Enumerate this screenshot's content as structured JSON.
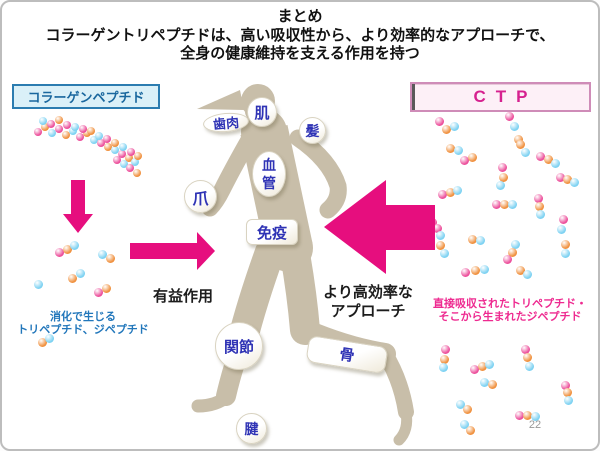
{
  "slide": {
    "title": "まとめ",
    "subtitle_line1": "コラーゲントリペプチドは、高い吸収性から、より効率的なアプローチで、",
    "subtitle_line2": "全身の健康維持を支える作用を持つ",
    "page_number": "22"
  },
  "left_panel": {
    "box_label": "コラーゲンペプチド",
    "caption_line1": "消化で生じる",
    "caption_line2": "トリペプチド、ジペプチド"
  },
  "right_panel": {
    "box_label": "CTP",
    "caption_line1": "直接吸収されたトリペプチド・",
    "caption_line2": "そこから生まれたジペプチド"
  },
  "center": {
    "benefit_label": "有益作用",
    "approach_line1": "より高効率な",
    "approach_line2": "アプローチ",
    "body_labels": {
      "gums": "歯肉",
      "skin": "肌",
      "hair": "髪",
      "vessel1": "血",
      "vessel2": "管",
      "nail": "爪",
      "immunity": "免疫",
      "joint": "関節",
      "bone": "骨",
      "tendon": "腱"
    }
  },
  "colors": {
    "accent_magenta": "#e60e7e",
    "silhouette": "#c8bea9",
    "label_text_blue": "#2f33b5",
    "left_box_bg": "#daf0f8",
    "left_box_border": "#2b7cb0",
    "ctp_text": "#d6218f",
    "caption_blue": "#2277bb",
    "caption_magenta": "#ee2a90",
    "bead_palette": {
      "p": "#ec4f9b",
      "o": "#f0913f",
      "b": "#7ed2f2"
    }
  },
  "molecules": {
    "chain": [
      [
        36,
        130,
        "p"
      ],
      [
        43,
        125,
        "o"
      ],
      [
        50,
        131,
        "b"
      ],
      [
        57,
        127,
        "p"
      ],
      [
        64,
        133,
        "o"
      ],
      [
        71,
        129,
        "b"
      ],
      [
        78,
        135,
        "p"
      ],
      [
        85,
        131,
        "o"
      ],
      [
        92,
        138,
        "b"
      ],
      [
        99,
        141,
        "p"
      ],
      [
        106,
        145,
        "o"
      ],
      [
        113,
        148,
        "b"
      ],
      [
        120,
        152,
        "p"
      ],
      [
        127,
        156,
        "o"
      ],
      [
        133,
        160,
        "b"
      ],
      [
        41,
        119,
        "b"
      ],
      [
        49,
        122,
        "p"
      ],
      [
        57,
        118,
        "o"
      ],
      [
        65,
        123,
        "p"
      ],
      [
        73,
        125,
        "b"
      ],
      [
        81,
        127,
        "p"
      ],
      [
        89,
        129,
        "o"
      ],
      [
        97,
        134,
        "b"
      ],
      [
        105,
        137,
        "p"
      ],
      [
        113,
        141,
        "o"
      ],
      [
        121,
        145,
        "b"
      ],
      [
        129,
        150,
        "p"
      ],
      [
        136,
        154,
        "o"
      ],
      [
        115,
        158,
        "p"
      ],
      [
        122,
        162,
        "b"
      ],
      [
        128,
        166,
        "p"
      ],
      [
        135,
        171,
        "o"
      ]
    ],
    "left_fragments": [
      [
        57,
        250,
        "p"
      ],
      [
        65,
        247,
        "o"
      ],
      [
        72,
        243,
        "b"
      ],
      [
        100,
        252,
        "b"
      ],
      [
        108,
        256,
        "o"
      ],
      [
        70,
        276,
        "o"
      ],
      [
        78,
        271,
        "b"
      ],
      [
        36,
        282,
        "b"
      ],
      [
        96,
        290,
        "p"
      ],
      [
        104,
        286,
        "o"
      ],
      [
        40,
        340,
        "o"
      ],
      [
        47,
        336,
        "b"
      ]
    ],
    "right_fragments": [
      [
        437,
        119,
        "p"
      ],
      [
        444,
        127,
        "o"
      ],
      [
        452,
        124,
        "b"
      ],
      [
        507,
        114,
        "p"
      ],
      [
        512,
        124,
        "b"
      ],
      [
        516,
        137,
        "o"
      ],
      [
        448,
        146,
        "o"
      ],
      [
        456,
        148,
        "b"
      ],
      [
        462,
        158,
        "p"
      ],
      [
        470,
        155,
        "o"
      ],
      [
        518,
        142,
        "o"
      ],
      [
        523,
        150,
        "b"
      ],
      [
        538,
        154,
        "p"
      ],
      [
        546,
        157,
        "o"
      ],
      [
        553,
        161,
        "b"
      ],
      [
        500,
        165,
        "p"
      ],
      [
        501,
        175,
        "o"
      ],
      [
        498,
        183,
        "b"
      ],
      [
        440,
        192,
        "p"
      ],
      [
        448,
        190,
        "o"
      ],
      [
        455,
        188,
        "b"
      ],
      [
        558,
        175,
        "p"
      ],
      [
        565,
        177,
        "o"
      ],
      [
        572,
        180,
        "b"
      ],
      [
        494,
        202,
        "p"
      ],
      [
        502,
        202,
        "o"
      ],
      [
        510,
        202,
        "b"
      ],
      [
        536,
        196,
        "p"
      ],
      [
        537,
        204,
        "o"
      ],
      [
        538,
        212,
        "b"
      ],
      [
        430,
        220,
        "p"
      ],
      [
        435,
        226,
        "p"
      ],
      [
        438,
        233,
        "b"
      ],
      [
        561,
        217,
        "p"
      ],
      [
        559,
        227,
        "b"
      ],
      [
        470,
        237,
        "o"
      ],
      [
        478,
        238,
        "b"
      ],
      [
        438,
        243,
        "o"
      ],
      [
        442,
        251,
        "b"
      ],
      [
        513,
        242,
        "b"
      ],
      [
        510,
        250,
        "o"
      ],
      [
        505,
        257,
        "p"
      ],
      [
        563,
        242,
        "o"
      ],
      [
        563,
        251,
        "b"
      ],
      [
        463,
        270,
        "p"
      ],
      [
        473,
        268,
        "o"
      ],
      [
        482,
        267,
        "b"
      ],
      [
        518,
        268,
        "o"
      ],
      [
        525,
        272,
        "b"
      ],
      [
        443,
        347,
        "p"
      ],
      [
        442,
        357,
        "o"
      ],
      [
        441,
        365,
        "b"
      ],
      [
        472,
        367,
        "p"
      ],
      [
        480,
        364,
        "o"
      ],
      [
        487,
        362,
        "b"
      ],
      [
        482,
        380,
        "b"
      ],
      [
        490,
        382,
        "o"
      ],
      [
        523,
        347,
        "p"
      ],
      [
        525,
        355,
        "o"
      ],
      [
        527,
        364,
        "b"
      ],
      [
        563,
        383,
        "p"
      ],
      [
        565,
        390,
        "o"
      ],
      [
        566,
        398,
        "b"
      ],
      [
        458,
        402,
        "b"
      ],
      [
        465,
        407,
        "o"
      ],
      [
        462,
        422,
        "b"
      ],
      [
        468,
        428,
        "o"
      ],
      [
        517,
        413,
        "p"
      ],
      [
        525,
        413,
        "o"
      ],
      [
        533,
        414,
        "b"
      ]
    ]
  }
}
